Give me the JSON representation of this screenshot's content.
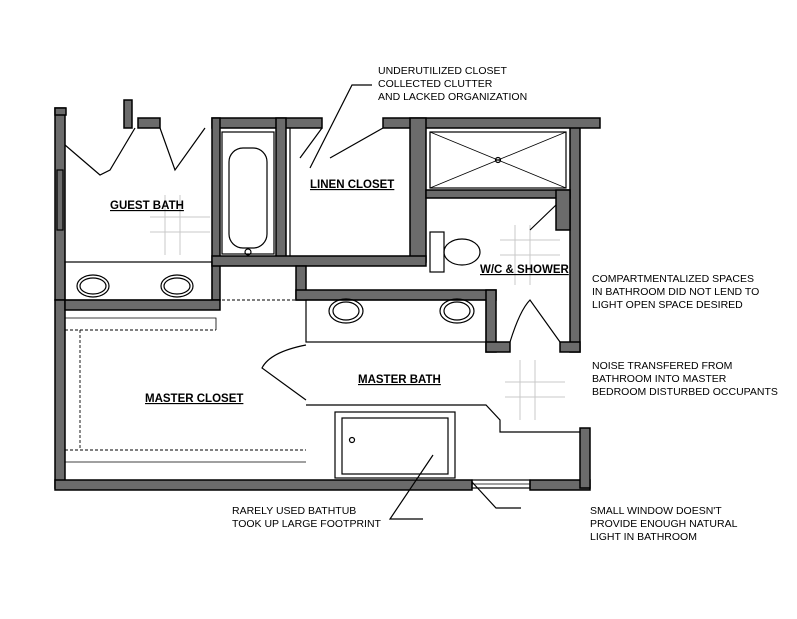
{
  "rooms": {
    "guest_bath": "GUEST BATH",
    "linen_closet": "LINEN CLOSET",
    "wc_shower": "W/C & SHOWER",
    "master_closet": "MASTER CLOSET",
    "master_bath": "MASTER BATH"
  },
  "annotations": {
    "closet_note": [
      "UNDERUTILIZED CLOSET",
      "COLLECTED CLUTTER",
      "AND LACKED ORGANIZATION"
    ],
    "compartment_note": [
      "COMPARTMENTALIZED SPACES",
      "IN BATHROOM DID NOT LEND TO",
      "LIGHT OPEN SPACE DESIRED"
    ],
    "noise_note": [
      "NOISE TRANSFERED FROM",
      "BATHROOM INTO MASTER",
      "BEDROOM DISTURBED OCCUPANTS"
    ],
    "bathtub_note": [
      "RARELY USED BATHTUB",
      "TOOK UP LARGE FOOTPRINT"
    ],
    "window_note": [
      "SMALL WINDOW DOESN'T",
      "PROVIDE ENOUGH NATURAL",
      "LIGHT IN BATHROOM"
    ]
  },
  "colors": {
    "wall": "#6b6b6b",
    "line": "#000000",
    "tile": "#c8c8c8"
  }
}
